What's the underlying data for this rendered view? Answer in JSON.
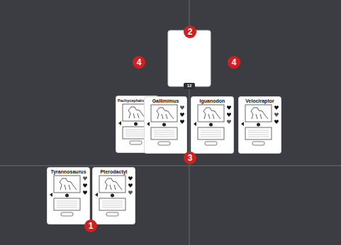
{
  "diagram": {
    "nodes": [
      {
        "text": [
          "Pachycephalosaurus"
        ]
      },
      {
        "text": [
          "Gallimimus"
        ]
      },
      {
        "text": [
          "Iguanodon"
        ]
      },
      {
        "text": [
          "Velociraptor"
        ]
      },
      {
        "text": [
          "Tyrannosaurus"
        ]
      },
      {
        "text": [
          "Pterodactyl"
        ]
      }
    ],
    "labels": [
      "2",
      "4",
      "4",
      "12",
      "3",
      "1"
    ]
  }
}
